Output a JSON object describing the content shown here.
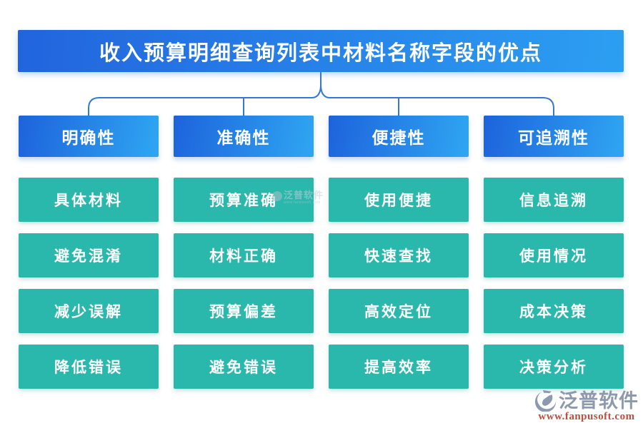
{
  "title": "收入预算明细查询列表中材料名称字段的优点",
  "colors": {
    "title_gradient_start": "#2264de",
    "title_gradient_end": "#2c9ff2",
    "header_gradient_start": "#1d63dc",
    "header_gradient_end": "#2fa6f2",
    "item_teal": "#2ab7ac",
    "connector_blue": "#3378d6",
    "text_white": "#ffffff",
    "brand_gray_blue": "#8d99ae",
    "brand_url_red": "#bf4b41"
  },
  "columns": [
    {
      "header": "明确性",
      "items": [
        "具体材料",
        "避免混淆",
        "减少误解",
        "降低错误"
      ]
    },
    {
      "header": "准确性",
      "items": [
        "预算准确",
        "材料正确",
        "预算偏差",
        "避免错误"
      ]
    },
    {
      "header": "便捷性",
      "items": [
        "使用便捷",
        "快速查找",
        "高效定位",
        "提高效率"
      ]
    },
    {
      "header": "可追溯性",
      "items": [
        "信息追溯",
        "使用情况",
        "成本决策",
        "决策分析"
      ]
    }
  ],
  "watermark": {
    "text": "泛普软件",
    "subtext": "www.fanpusoft.com"
  },
  "brand": {
    "name": "泛普软件",
    "url": "www.fanpusoft.com",
    "logo": "fanpu-logo"
  }
}
